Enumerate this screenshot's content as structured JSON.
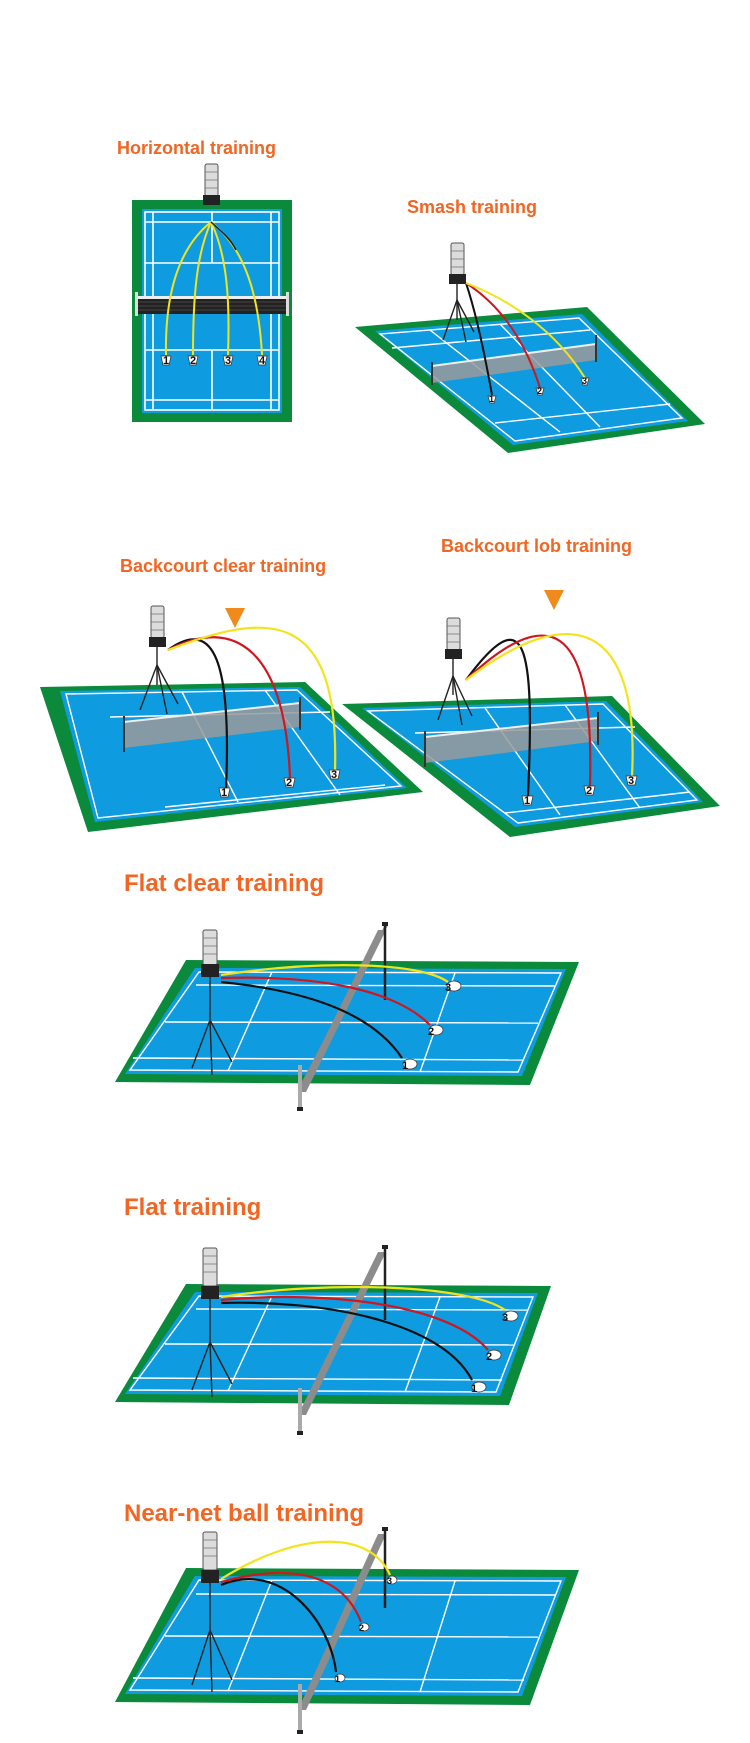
{
  "captions": {
    "horizontal": "Horizontal training",
    "smash": "Smash training",
    "backcourt_clear": "Backcourt clear training",
    "backcourt_lob": "Backcourt lob training",
    "flat_clear": "Flat clear training",
    "flat": "Flat training",
    "near_net": "Near-net ball training"
  },
  "shuttle_labels": [
    "1",
    "2",
    "3",
    "4"
  ],
  "colors": {
    "caption": "#f26522",
    "court_border": "#0b8a3c",
    "court": "#0f9be0",
    "line": "#ffffff",
    "trajectory_black": "#111111",
    "trajectory_red": "#d0161e",
    "trajectory_yellow": "#f2e41c",
    "marker": "#f08a1c"
  },
  "icons": [
    "ball-machine-icon",
    "shuttlecock-icon",
    "down-arrow-marker-icon",
    "net-icon"
  ]
}
